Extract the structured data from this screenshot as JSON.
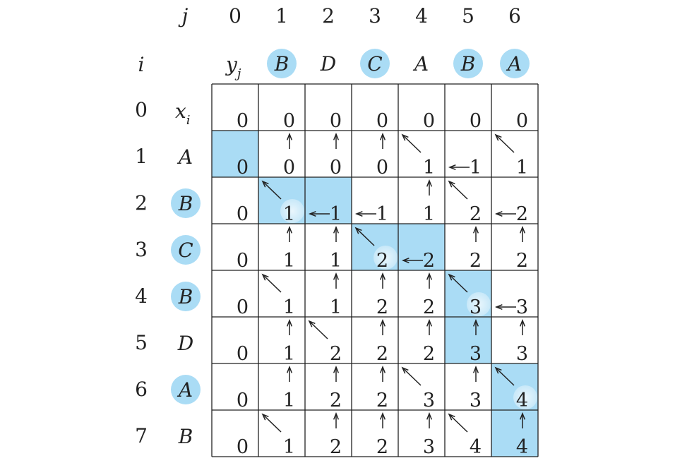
{
  "headers": {
    "j_label": "j",
    "i_label": "i",
    "y_label": "y",
    "y_sub": "j",
    "x_label": "x",
    "x_sub": "i"
  },
  "j_indices": [
    "0",
    "1",
    "2",
    "3",
    "4",
    "5",
    "6"
  ],
  "i_indices": [
    "0",
    "1",
    "2",
    "3",
    "4",
    "5",
    "6",
    "7"
  ],
  "y_sequence": [
    {
      "ch": "B",
      "highlighted": true
    },
    {
      "ch": "D",
      "highlighted": false
    },
    {
      "ch": "C",
      "highlighted": true
    },
    {
      "ch": "A",
      "highlighted": false
    },
    {
      "ch": "B",
      "highlighted": true
    },
    {
      "ch": "A",
      "highlighted": true
    }
  ],
  "x_sequence": [
    {
      "ch": "A",
      "highlighted": false
    },
    {
      "ch": "B",
      "highlighted": true
    },
    {
      "ch": "C",
      "highlighted": true
    },
    {
      "ch": "B",
      "highlighted": true
    },
    {
      "ch": "D",
      "highlighted": false
    },
    {
      "ch": "A",
      "highlighted": true
    },
    {
      "ch": "B",
      "highlighted": false
    }
  ],
  "colors": {
    "highlight_fill": "#aadcf5",
    "line": "#222222",
    "text": "#222222",
    "spot": "#ffffff"
  },
  "cells": [
    [
      {
        "v": "0",
        "a": "",
        "h": false,
        "s": false
      },
      {
        "v": "0",
        "a": "",
        "h": false,
        "s": false
      },
      {
        "v": "0",
        "a": "",
        "h": false,
        "s": false
      },
      {
        "v": "0",
        "a": "",
        "h": false,
        "s": false
      },
      {
        "v": "0",
        "a": "",
        "h": false,
        "s": false
      },
      {
        "v": "0",
        "a": "",
        "h": false,
        "s": false
      },
      {
        "v": "0",
        "a": "",
        "h": false,
        "s": false
      }
    ],
    [
      {
        "v": "0",
        "a": "",
        "h": true,
        "s": false
      },
      {
        "v": "0",
        "a": "up",
        "h": false,
        "s": false
      },
      {
        "v": "0",
        "a": "up",
        "h": false,
        "s": false
      },
      {
        "v": "0",
        "a": "up",
        "h": false,
        "s": false
      },
      {
        "v": "1",
        "a": "diag",
        "h": false,
        "s": false
      },
      {
        "v": "1",
        "a": "left",
        "h": false,
        "s": false
      },
      {
        "v": "1",
        "a": "diag",
        "h": false,
        "s": false
      }
    ],
    [
      {
        "v": "0",
        "a": "",
        "h": false,
        "s": false
      },
      {
        "v": "1",
        "a": "diag",
        "h": true,
        "s": true
      },
      {
        "v": "1",
        "a": "left",
        "h": true,
        "s": false
      },
      {
        "v": "1",
        "a": "left",
        "h": false,
        "s": false
      },
      {
        "v": "1",
        "a": "up",
        "h": false,
        "s": false
      },
      {
        "v": "2",
        "a": "diag",
        "h": false,
        "s": false
      },
      {
        "v": "2",
        "a": "left",
        "h": false,
        "s": false
      }
    ],
    [
      {
        "v": "0",
        "a": "",
        "h": false,
        "s": false
      },
      {
        "v": "1",
        "a": "up",
        "h": false,
        "s": false
      },
      {
        "v": "1",
        "a": "up",
        "h": false,
        "s": false
      },
      {
        "v": "2",
        "a": "diag",
        "h": true,
        "s": true
      },
      {
        "v": "2",
        "a": "left",
        "h": true,
        "s": false
      },
      {
        "v": "2",
        "a": "up",
        "h": false,
        "s": false
      },
      {
        "v": "2",
        "a": "up",
        "h": false,
        "s": false
      }
    ],
    [
      {
        "v": "0",
        "a": "",
        "h": false,
        "s": false
      },
      {
        "v": "1",
        "a": "diag",
        "h": false,
        "s": false
      },
      {
        "v": "1",
        "a": "up",
        "h": false,
        "s": false
      },
      {
        "v": "2",
        "a": "up",
        "h": false,
        "s": false
      },
      {
        "v": "2",
        "a": "up",
        "h": false,
        "s": false
      },
      {
        "v": "3",
        "a": "diag",
        "h": true,
        "s": true
      },
      {
        "v": "3",
        "a": "left",
        "h": false,
        "s": false
      }
    ],
    [
      {
        "v": "0",
        "a": "",
        "h": false,
        "s": false
      },
      {
        "v": "1",
        "a": "up",
        "h": false,
        "s": false
      },
      {
        "v": "2",
        "a": "diag",
        "h": false,
        "s": false
      },
      {
        "v": "2",
        "a": "up",
        "h": false,
        "s": false
      },
      {
        "v": "2",
        "a": "up",
        "h": false,
        "s": false
      },
      {
        "v": "3",
        "a": "up",
        "h": true,
        "s": false
      },
      {
        "v": "3",
        "a": "up",
        "h": false,
        "s": false
      }
    ],
    [
      {
        "v": "0",
        "a": "",
        "h": false,
        "s": false
      },
      {
        "v": "1",
        "a": "up",
        "h": false,
        "s": false
      },
      {
        "v": "2",
        "a": "up",
        "h": false,
        "s": false
      },
      {
        "v": "2",
        "a": "up",
        "h": false,
        "s": false
      },
      {
        "v": "3",
        "a": "diag",
        "h": false,
        "s": false
      },
      {
        "v": "3",
        "a": "up",
        "h": false,
        "s": false
      },
      {
        "v": "4",
        "a": "diag",
        "h": true,
        "s": true
      }
    ],
    [
      {
        "v": "0",
        "a": "",
        "h": false,
        "s": false
      },
      {
        "v": "1",
        "a": "diag",
        "h": false,
        "s": false
      },
      {
        "v": "2",
        "a": "up",
        "h": false,
        "s": false
      },
      {
        "v": "2",
        "a": "up",
        "h": false,
        "s": false
      },
      {
        "v": "3",
        "a": "up",
        "h": false,
        "s": false
      },
      {
        "v": "4",
        "a": "diag",
        "h": false,
        "s": false
      },
      {
        "v": "4",
        "a": "up",
        "h": true,
        "s": false
      }
    ]
  ]
}
